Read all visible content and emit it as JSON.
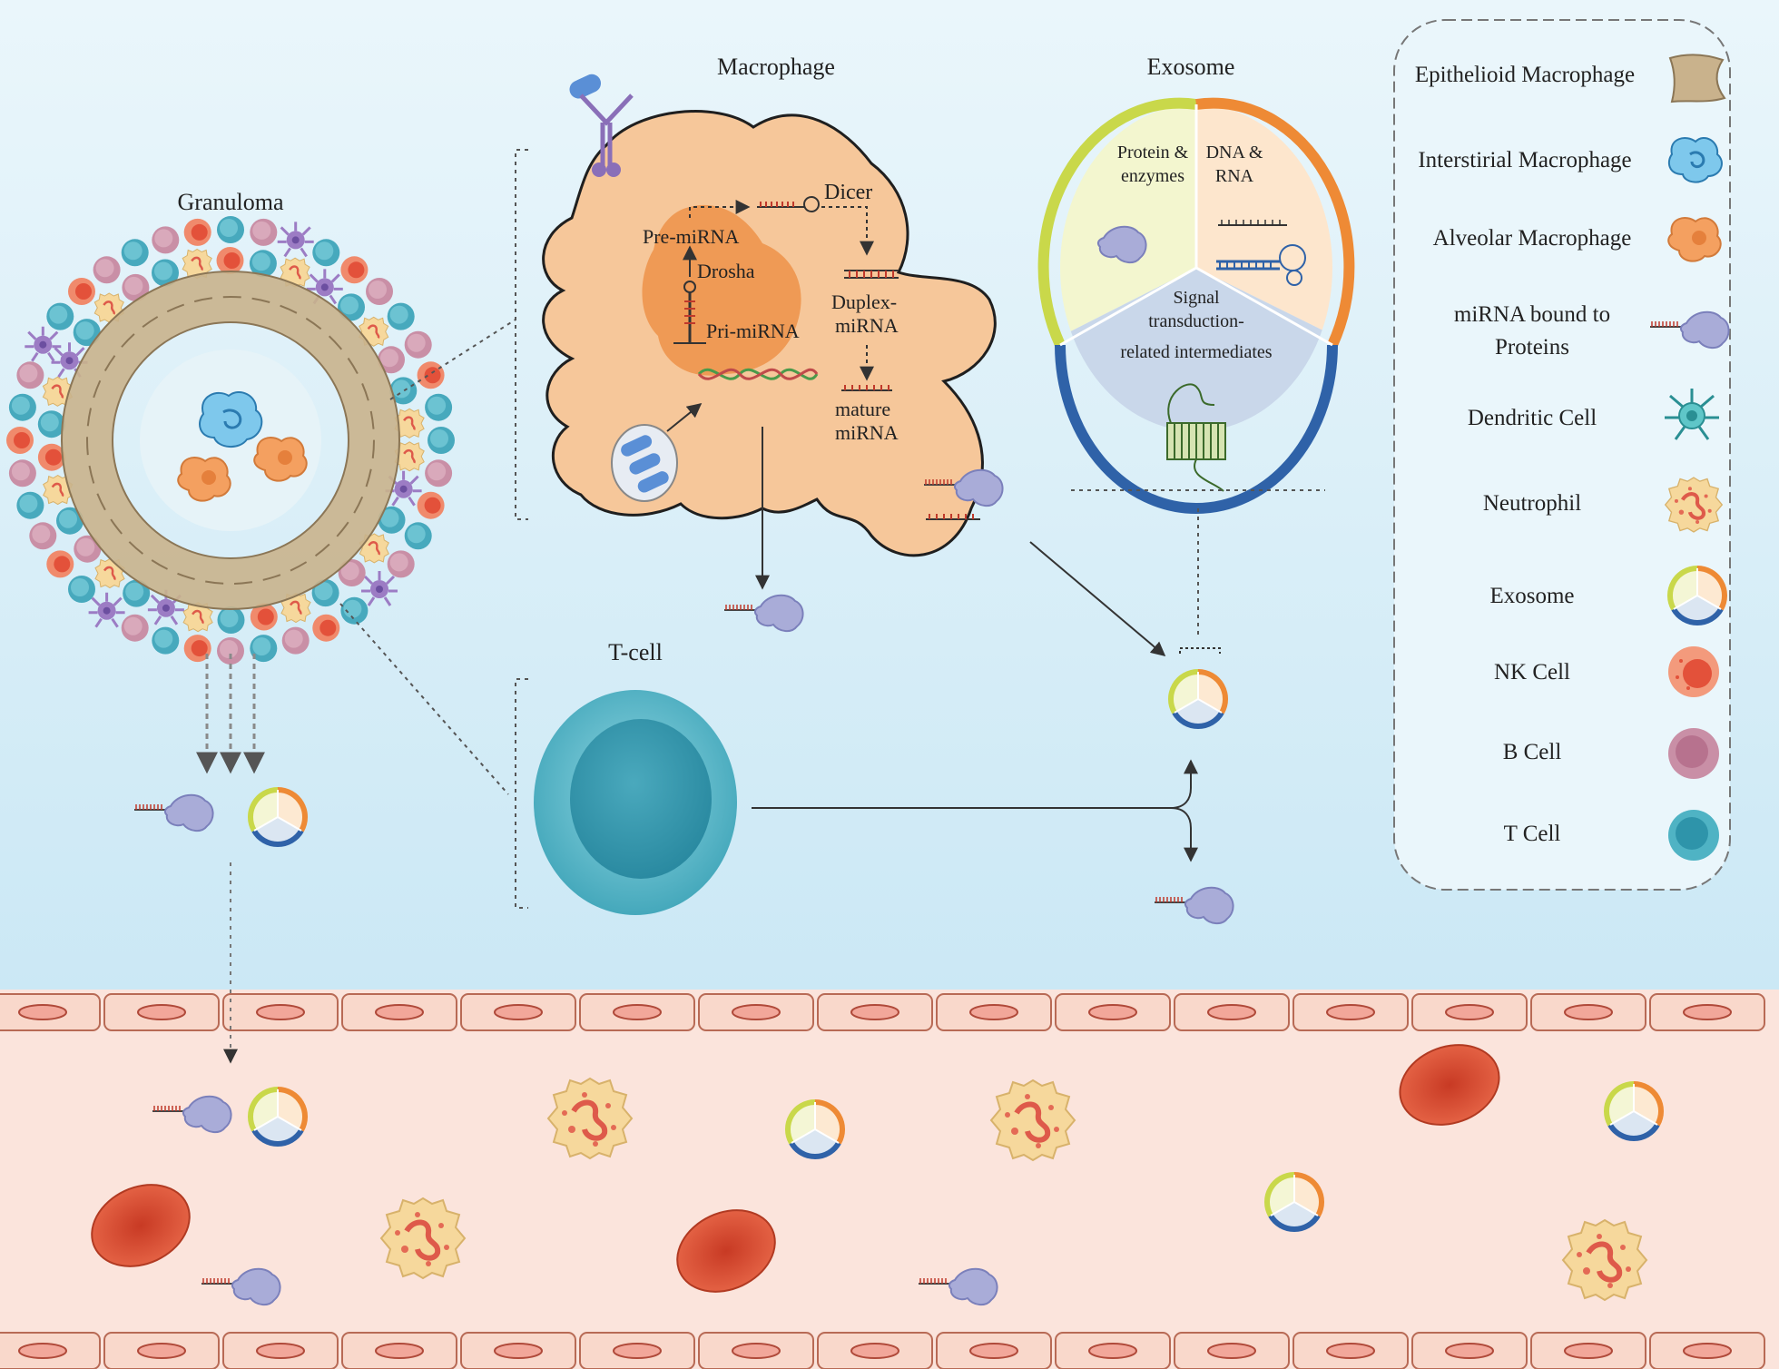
{
  "labels": {
    "granuloma": "Granuloma",
    "macrophage": "Macrophage",
    "exosome": "Exosome",
    "t_cell": "T-cell",
    "dicer": "Dicer",
    "pre_mirna": "Pre-miRNA",
    "drosha": "Drosha",
    "pri_mirna": "Pri-miRNA",
    "duplex_1": "Duplex-",
    "duplex_2": "miRNA",
    "mature_1": "mature",
    "mature_2": "miRNA",
    "protein_1": "Protein &",
    "protein_2": "enzymes",
    "dna_1": "DNA &",
    "dna_2": "RNA",
    "signal_1": "Signal",
    "signal_2": "transduction-",
    "signal_3": "related intermediates"
  },
  "legend": {
    "epithelioid_macrophage": "Epithelioid Macrophage",
    "interstitial_macrophage": "Interstirial Macrophage",
    "alveolar_macrophage": "Alveolar Macrophage",
    "mirna_bound_1": "miRNA bound to",
    "mirna_bound_2": "Proteins",
    "dendritic_cell": "Dendritic Cell",
    "neutrophil": "Neutrophil",
    "exosome": "Exosome",
    "nk_cell": "NK Cell",
    "b_cell": "B Cell",
    "t_cell": "T Cell"
  },
  "colors": {
    "tissue_bg_top": "#d7eef8",
    "vessel_bg": "#fbe4dc",
    "endothelium": "#f7d4c7",
    "macrophage_fill": "#f6c79a",
    "nucleus_fill": "#ef9a55",
    "t_cell": "#4fb3c4",
    "b_cell": "#c98fa6",
    "neutrophil": "#f5d59a",
    "rbc": "#e2553a",
    "exosome_yellow": "#c9d84a",
    "exosome_orange": "#ee8a35",
    "exosome_blue": "#2f62a8",
    "protein": "#9fa3d3"
  }
}
